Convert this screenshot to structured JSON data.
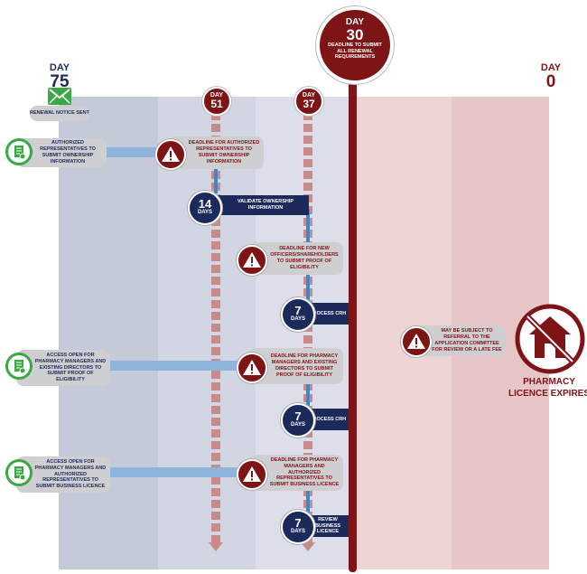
{
  "colors": {
    "navy": "#1b2a5a",
    "maroon": "#7d1416",
    "green": "#3aa843",
    "light_blue": "#8eb4db"
  },
  "day_labels": {
    "day75": {
      "word": "DAY",
      "num": "75"
    },
    "day0": {
      "word": "DAY",
      "num": "0"
    },
    "day51": {
      "word": "DAY",
      "num": "51"
    },
    "day37": {
      "word": "DAY",
      "num": "37"
    },
    "day30": {
      "word": "DAY",
      "num": "30",
      "text": "DEADLINE TO SUBMIT ALL RENEWAL REQUIREMENTS"
    }
  },
  "renewal_notice": "RENEWAL NOTICE SENT",
  "left_items": [
    "AUTHORIZED REPRESENTATIVES TO SUBMIT OWNERSHIP INFORMATION",
    "ACCESS OPEN FOR PHARMACY MANAGERS AND EXISTING DIRECTORS TO SUBMIT PROOF OF ELIGIBILITY",
    "ACCESS OPEN FOR PHARMACY MANAGERS AND AUTHORIZED REPRESENTATIVES TO SUBMIT BUSINESS LICENCE"
  ],
  "deadlines": [
    "DEADLINE FOR AUTHORIZED REPRESENTATIVES TO SUBMIT OWNERSHIP INFORMATION",
    "DEADLINE FOR NEW OFFICERS/SHAREHOLDERS TO SUBMIT PROOF OF ELIGIBILITY",
    "DEADLINE FOR PHARMACY MANAGERS AND EXISTING DIRECTORS TO SUBMIT PROOF OF ELIGIBILITY",
    "DEADLINE FOR PHARMACY MANAGERS AND AUTHORIZED REPRESENTATIVES TO SUBMIT BUSINESS LICENCE"
  ],
  "steps": [
    {
      "num": "14",
      "unit": "DAYS",
      "label": "VALIDATE OWNERSHIP INFORMATION"
    },
    {
      "num": "7",
      "unit": "DAYS",
      "label": "PROCESS CRH"
    },
    {
      "num": "7",
      "unit": "DAYS",
      "label": "PROCESS CRH"
    },
    {
      "num": "7",
      "unit": "DAYS",
      "label": "REVIEW BUSINESS LICENCE"
    }
  ],
  "referral_note": "MAY BE SUBJECT TO REFERRAL TO THE APPLICATION COMMITTEE FOR REVIEW OR A LATE FEE",
  "expires": "PHARMACY LICENCE EXPIRES"
}
